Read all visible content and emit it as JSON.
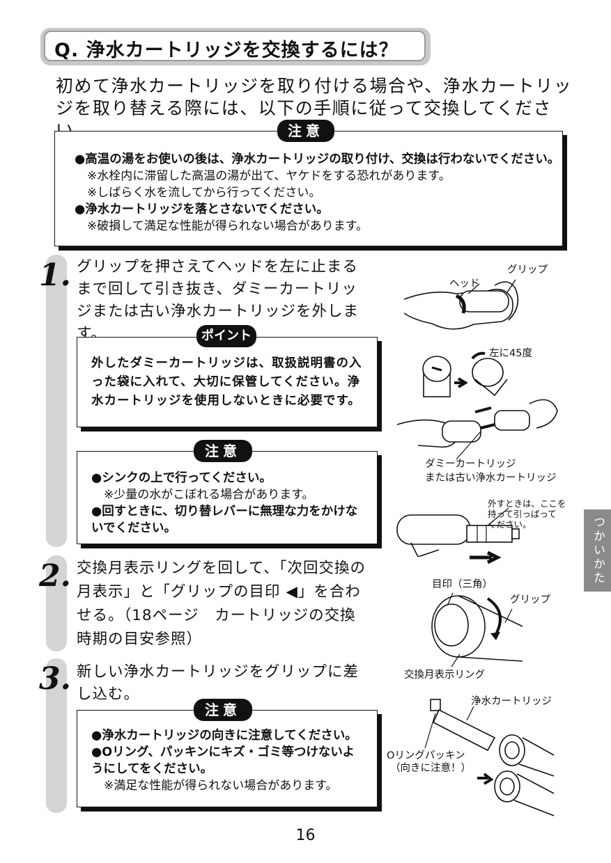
{
  "title": "Q. 浄水カートリッジを交換するには？",
  "intro": "初めて浄水カートリッジを取り付ける場合や、浄水カートリッジを取り替える際には、以下の手順に従って交換してください。",
  "caution_main": {
    "tag": "注意",
    "items": [
      {
        "bullet": "●高温の湯をお使いの後は、浄水カートリッジの取り付け、交換は行わないでください。",
        "notes": [
          "※水栓内に滞留した高温の湯が出て、ヤケドをする恐れがあります。",
          "※しばらく水を流してから行ってください。"
        ]
      },
      {
        "bullet": "●浄水カートリッジを落とさないでください。",
        "notes": [
          "※破損して満足な性能が得られない場合があります。"
        ]
      }
    ]
  },
  "step1": {
    "num": "1.",
    "text": "グリップを押さえてヘッドを左に止まるまで回して引き抜き、ダミーカートリッジまたは古い浄水カートリッジを外します。",
    "point_tag": "ポイント",
    "point_text": "外したダミーカートリッジは、取扱説明書の入った袋に入れて、大切に保管してください。浄水カートリッジを使用しないときに必要です。",
    "caution_tag": "注意",
    "caution_items": [
      {
        "bullet": "●シンクの上で行ってください。",
        "note": "※少量の水がこぼれる場合があります。"
      },
      {
        "bullet": "●回すときに、切り替レバーに無理な力をかけないでください。",
        "note": ""
      }
    ],
    "labels": {
      "grip": "グリップ",
      "head": "ヘッド",
      "left45": "左に45度",
      "dummy1": "ダミーカートリッジ",
      "dummy2": "または古い浄水カートリッジ",
      "hold1": "外すときは、ここを",
      "hold2": "持って引っぱって",
      "hold3": "ください。"
    }
  },
  "step2": {
    "num": "2.",
    "text": "交換月表示リングを回して、「次回交換の月表示」と「グリップの目印 ◀」を合わせる。（18ページ　カートリッジの交換時期の目安参照）",
    "labels": {
      "mark": "目印（三角）",
      "grip": "グリップ",
      "ring": "交換月表示リング"
    }
  },
  "step3": {
    "num": "3.",
    "text": "新しい浄水カートリッジをグリップに差し込む。",
    "caution_tag": "注意",
    "caution_items": [
      {
        "bullet": "●浄水カートリッジの向きに注意してください。",
        "note": ""
      },
      {
        "bullet": "●Oリング、パッキンにキズ・ゴミ等つけないようにしてをください。",
        "note": "※満足な性能が得られない場合があります。"
      }
    ],
    "labels": {
      "cartridge": "浄水カートリッジ",
      "oring1": "Oリングパッキン",
      "oring2": "（向きに注意！）"
    }
  },
  "side_tab": "つかいかた",
  "page_number": "16"
}
